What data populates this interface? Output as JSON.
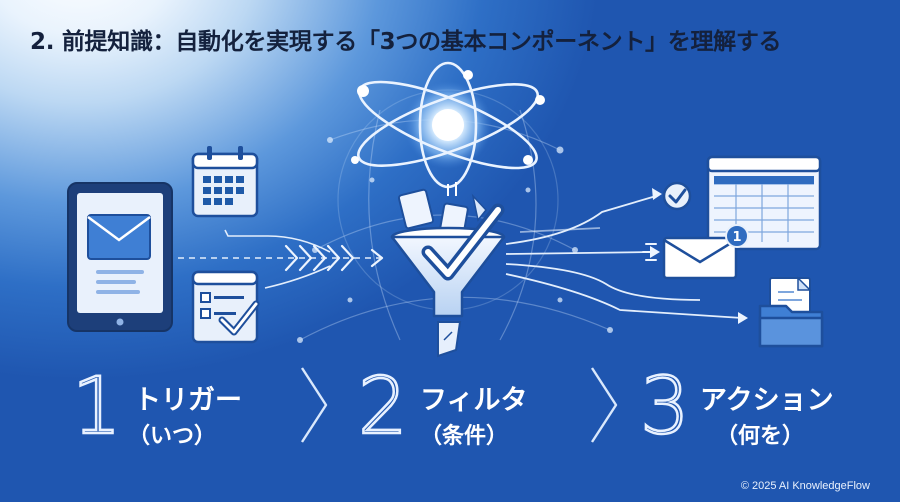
{
  "title": "2. 前提知識：自動化を実現する「3つの基本コンポーネント」を理解する",
  "steps": [
    {
      "number": "1",
      "label": "トリガー",
      "sub": "（いつ）"
    },
    {
      "number": "2",
      "label": "フィルタ",
      "sub": "（条件）"
    },
    {
      "number": "3",
      "label": "アクション",
      "sub": "（何を）"
    }
  ],
  "notification_badge": "1",
  "footer": "© 2025 AI KnowledgeFlow",
  "icons": [
    "tablet-mail-icon",
    "calendar-icon",
    "checklist-icon",
    "atom-icon",
    "funnel-icon",
    "check-icon",
    "spreadsheet-icon",
    "mail-icon",
    "folder-icon"
  ],
  "colors": {
    "background_dark": "#1f56b0",
    "background_light": "#ffffff",
    "icon_fill": "#e8f0fb",
    "icon_stroke": "#1e4f9c",
    "text": "#14213d"
  }
}
